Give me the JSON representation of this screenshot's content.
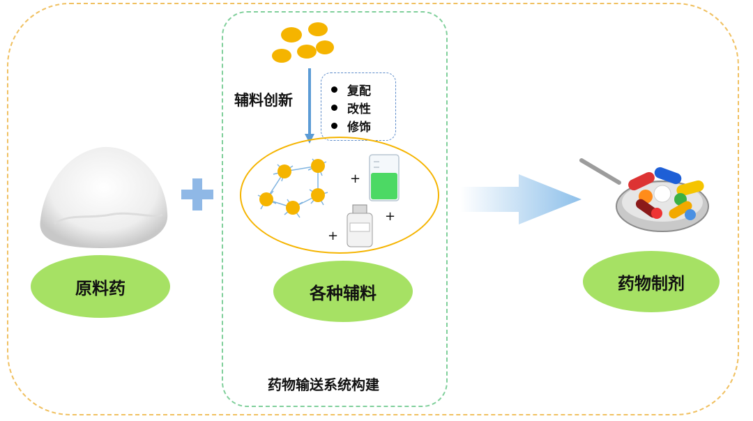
{
  "raw_drug": {
    "label": "原料药"
  },
  "excipients": {
    "label": "各种辅料"
  },
  "formulation": {
    "label": "药物制剂"
  },
  "system": {
    "title": "药物输送系统构建"
  },
  "innovation": {
    "label": "辅料创新",
    "items": [
      "复配",
      "改性",
      "修饰"
    ]
  },
  "small_plus": "+",
  "colors": {
    "pill_green": "#a6e164",
    "outer_border": "#f0c060",
    "inner_border": "#7fcf9a",
    "arrow_blue": "#5b9bd5",
    "particle_orange": "#f5b400",
    "beaker_liquid": "#4cd964"
  }
}
